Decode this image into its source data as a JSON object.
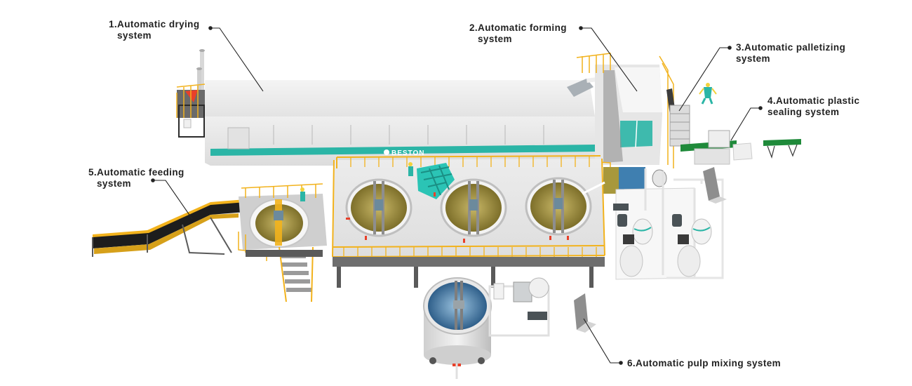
{
  "diagram": {
    "subject": "Automatic pulp molding production line",
    "brand_on_dryer": "BESTON",
    "colors": {
      "background": "#ffffff",
      "label_text": "#222222",
      "leader_line": "#222222",
      "railing_yellow": "#f2b21c",
      "brand_teal": "#2bb5a6",
      "dryer_body": "#ebebeb",
      "pulp_olive": "#a8983c",
      "water_blue": "#3f7fb0",
      "conveyor_green": "#1f8a3a",
      "frame_dark": "#4a4a4a",
      "warning_red": "#e8402a"
    },
    "callouts": [
      {
        "id": 1,
        "line1": "1.Automatic drying",
        "line2": "system"
      },
      {
        "id": 2,
        "line1": "2.Automatic forming",
        "line2": "system"
      },
      {
        "id": 3,
        "line1": "3.Automatic palletizing",
        "line2": "system"
      },
      {
        "id": 4,
        "line1": "4.Automatic plastic",
        "line2": "sealing system"
      },
      {
        "id": 5,
        "line1": "5.Automatic feeding",
        "line2": "system"
      },
      {
        "id": 6,
        "line1": "6.Automatic pulp mixing system",
        "line2": ""
      }
    ]
  }
}
